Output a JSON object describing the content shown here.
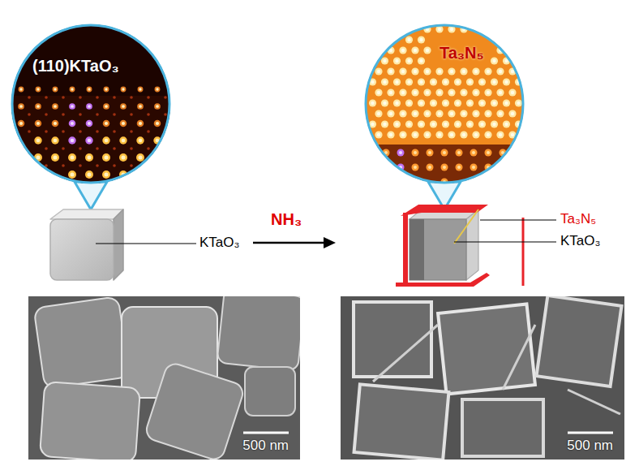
{
  "diagram": {
    "nodes": [
      {
        "text": [
          "(110)KTaO₃"
        ]
      },
      {
        "text": [
          "Ta₃N₅"
        ]
      },
      {
        "text": [
          "500 nm"
        ]
      },
      {
        "text": [
          "500 nm"
        ]
      }
    ],
    "labels": [
      "KTaO₃",
      "NH₃",
      "Ta₃N₅",
      "KTaO₃"
    ]
  }
}
